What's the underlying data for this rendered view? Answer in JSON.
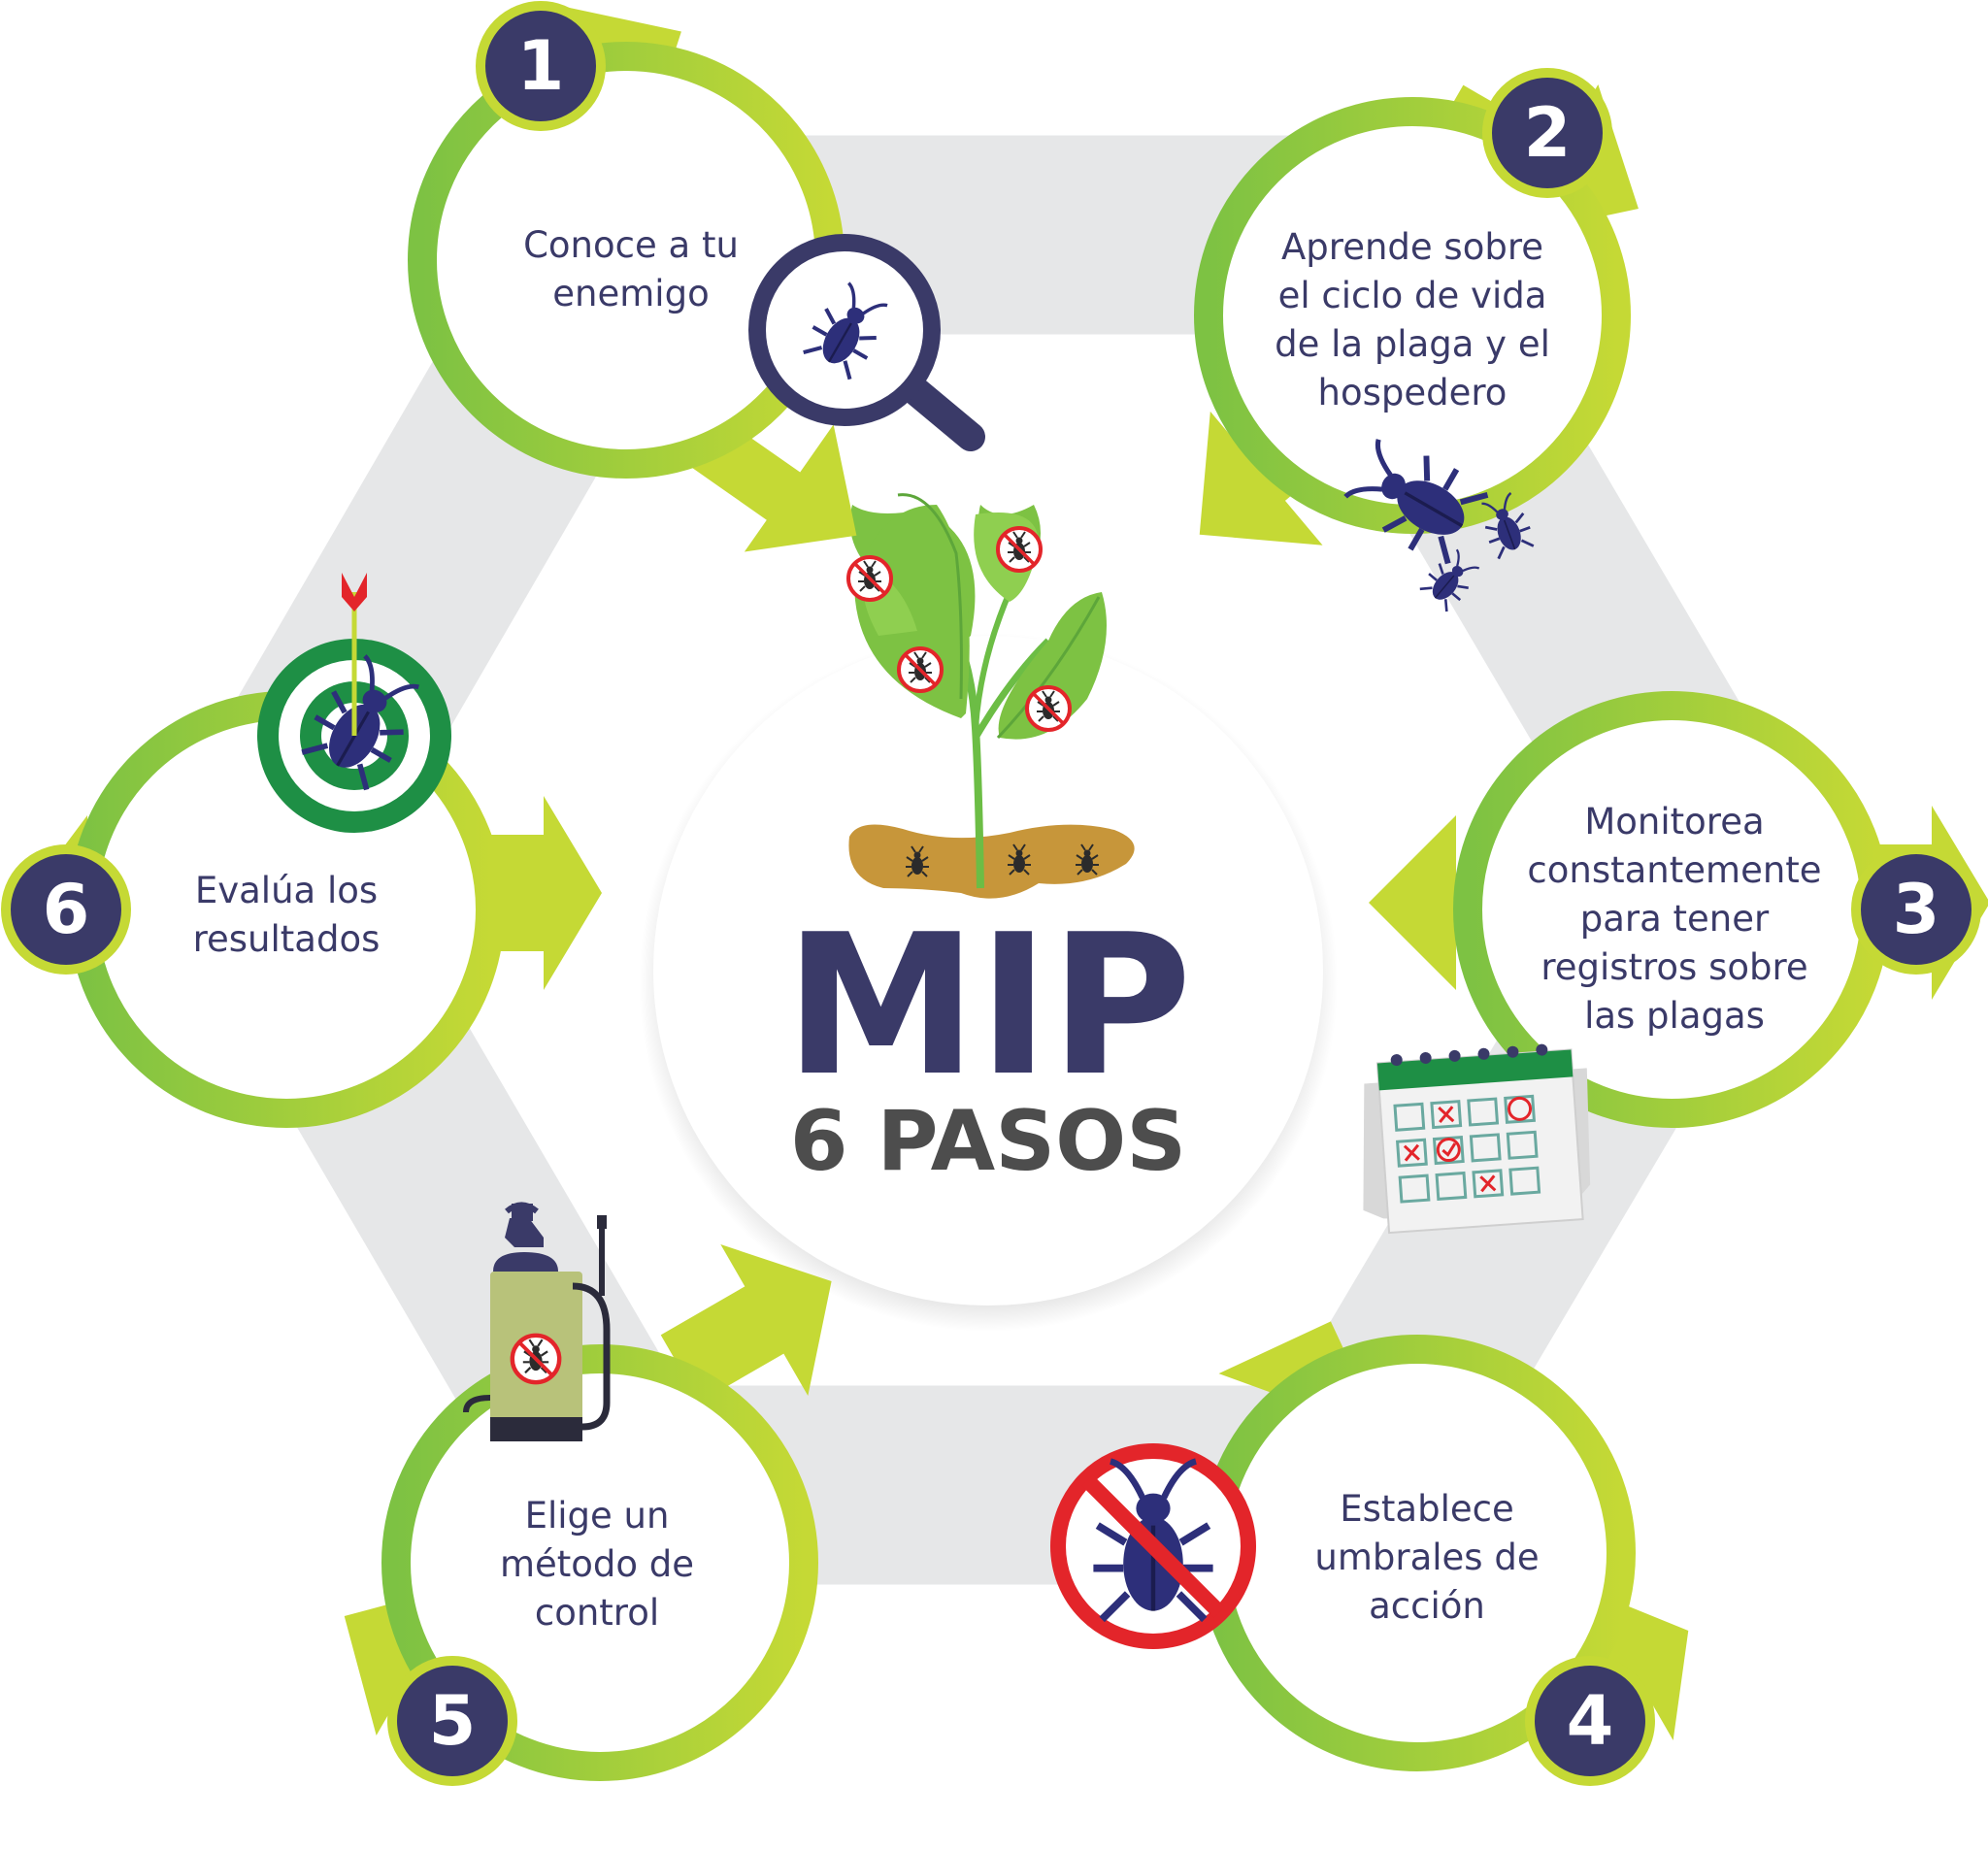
{
  "title": {
    "main": "MIP",
    "sub": "6 PASOS"
  },
  "steps": [
    {
      "number": "1",
      "lines": [
        "Conoce a tu",
        "enemigo"
      ]
    },
    {
      "number": "2",
      "lines": [
        "Aprende sobre",
        "el ciclo de vida",
        "de la plaga y el",
        "hospedero"
      ]
    },
    {
      "number": "3",
      "lines": [
        "Monitorea",
        "constantemente",
        "para tener",
        "registros sobre",
        "las plagas"
      ]
    },
    {
      "number": "4",
      "lines": [
        "Establece",
        "umbrales de",
        "acción"
      ]
    },
    {
      "number": "5",
      "lines": [
        "Elige un",
        "método de",
        "control"
      ]
    },
    {
      "number": "6",
      "lines": [
        "Evalúa los",
        "resultados"
      ]
    }
  ],
  "colors": {
    "ring_green": "#7dc243",
    "ring_lime": "#c5d935",
    "badge_navy": "#3a3a68",
    "hexagon_gray": "#e6e7e8",
    "title_navy": "#3a3a68",
    "subtitle_gray": "#4d4d4d",
    "warning_red": "#e3252a",
    "target_green": "#1e8f45"
  },
  "icons": [
    "magnifier-bug-icon",
    "bugs-icon",
    "calendar-icon",
    "no-bug-icon",
    "sprayer-icon",
    "target-bug-icon",
    "plant-icon"
  ]
}
